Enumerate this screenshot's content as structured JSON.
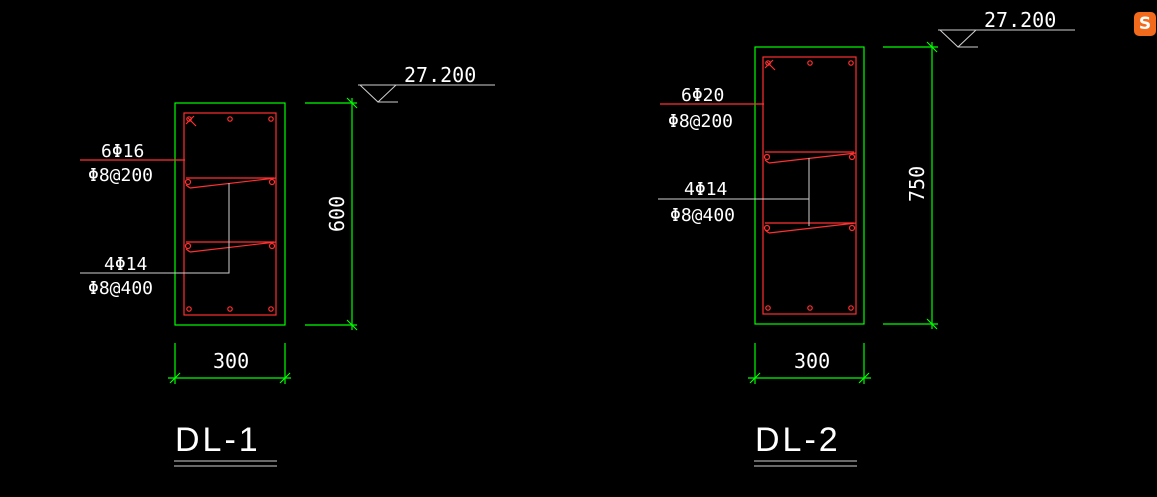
{
  "logo": {
    "letter": "S"
  },
  "beams": [
    {
      "title": "DL-1",
      "elevation": "27.200",
      "width_dim": "300",
      "height_dim": "600",
      "top_bars": "6Φ16",
      "stirrups": "Φ8@200",
      "side_bars": "4Φ14",
      "tie_bars": "Φ8@400"
    },
    {
      "title": "DL-2",
      "elevation": "27.200",
      "width_dim": "300",
      "height_dim": "750",
      "top_bars": "6Φ20",
      "stirrups": "Φ8@200",
      "side_bars": "4Φ14",
      "tie_bars": "Φ8@400"
    }
  ]
}
